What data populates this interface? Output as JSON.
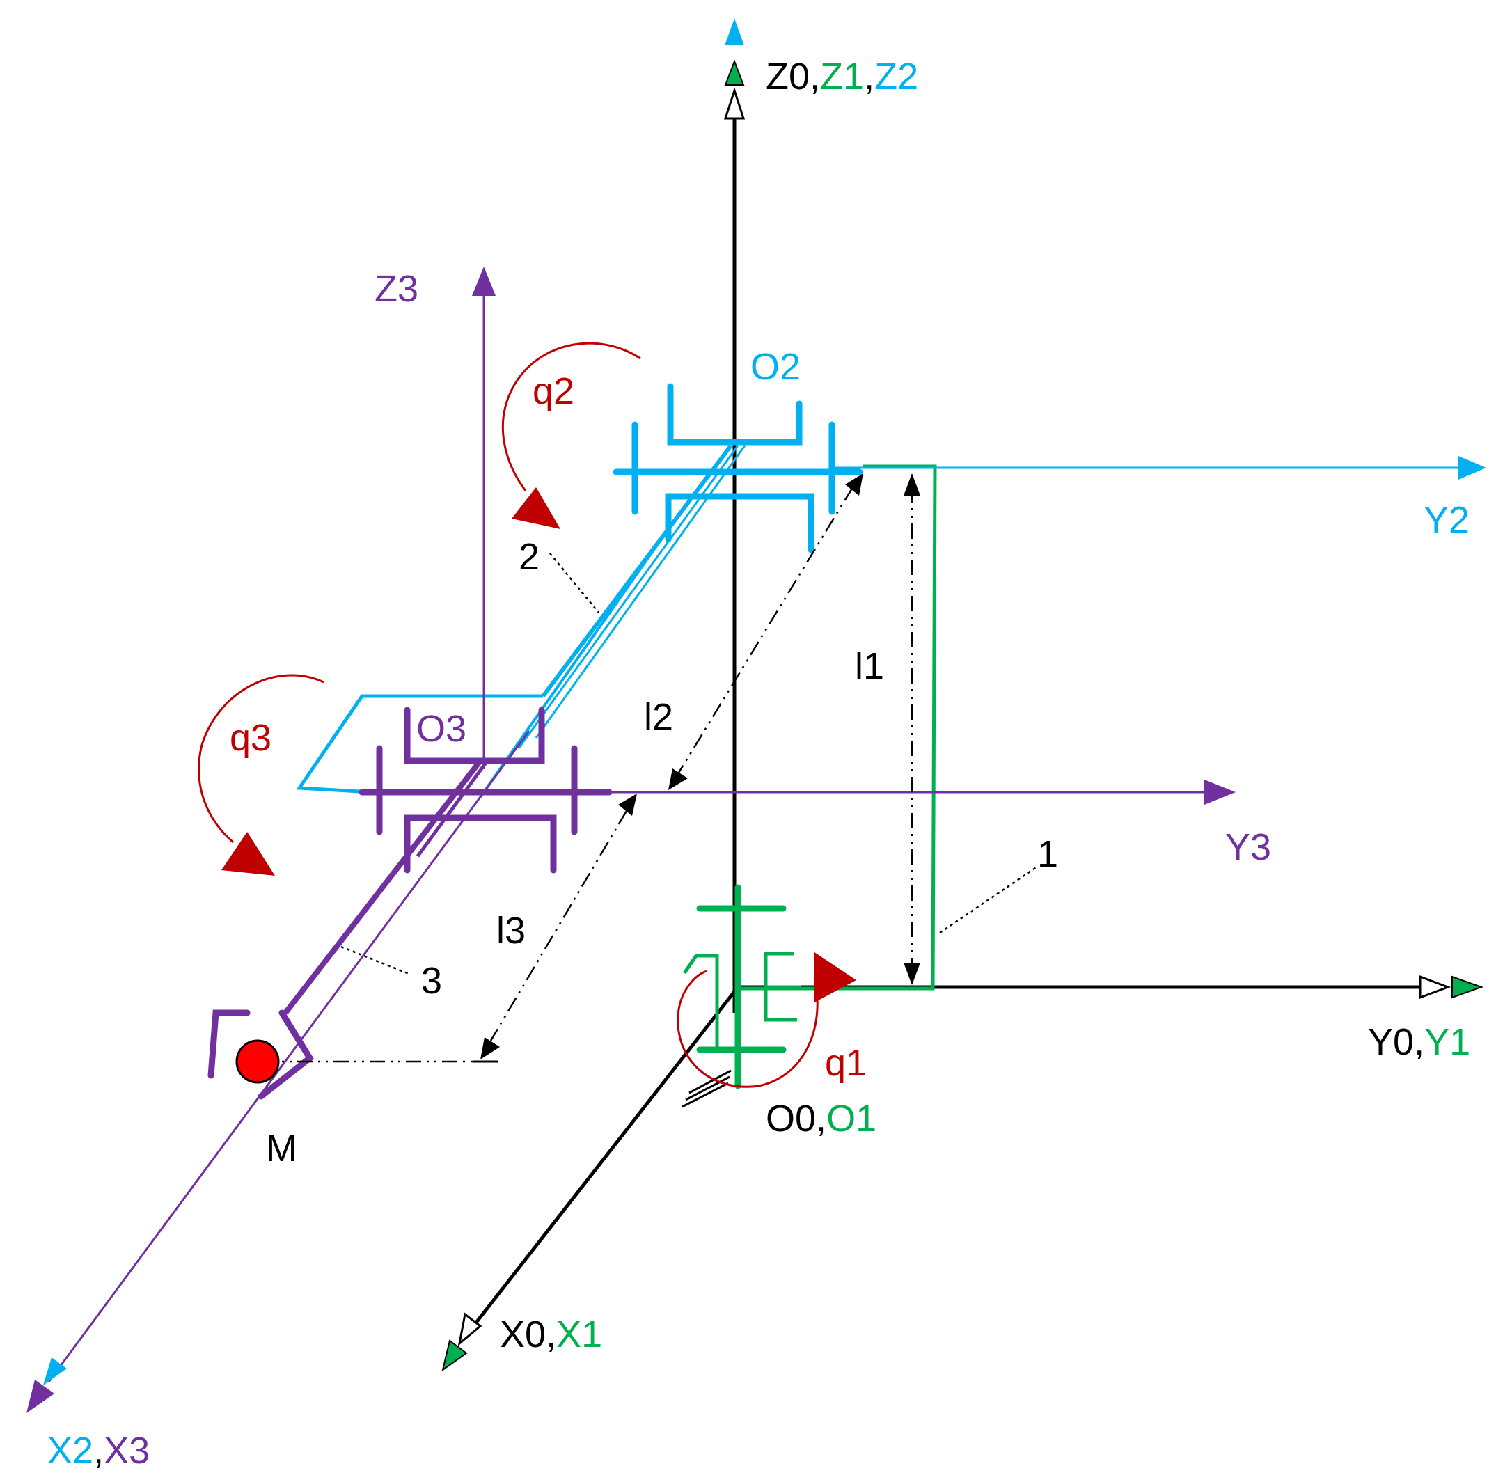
{
  "colors": {
    "black": "#000000",
    "green": "#00b050",
    "blue": "#00b0f0",
    "purple": "#7030a0",
    "red": "#c00000",
    "point": "#ff0000"
  },
  "labels": {
    "z_axes": [
      "Z0",
      ",",
      "Z1",
      ",",
      "Z2"
    ],
    "y01_axes": [
      "Y0",
      ",",
      "Y1"
    ],
    "x01_axes": [
      "X0",
      ",",
      "X1"
    ],
    "x23_axes": [
      "X2",
      ",",
      "X3"
    ],
    "origin01": [
      "O0",
      ",",
      "O1"
    ],
    "y2": "Y2",
    "y3": "Y3",
    "z3": "Z3",
    "o2": "O2",
    "o3": "O3",
    "q1": "q1",
    "q2": "q2",
    "q3": "q3",
    "l1": "l1",
    "l2": "l2",
    "l3": "l3",
    "link1": "1",
    "link2": "2",
    "link3": "3",
    "point_m": "M"
  }
}
